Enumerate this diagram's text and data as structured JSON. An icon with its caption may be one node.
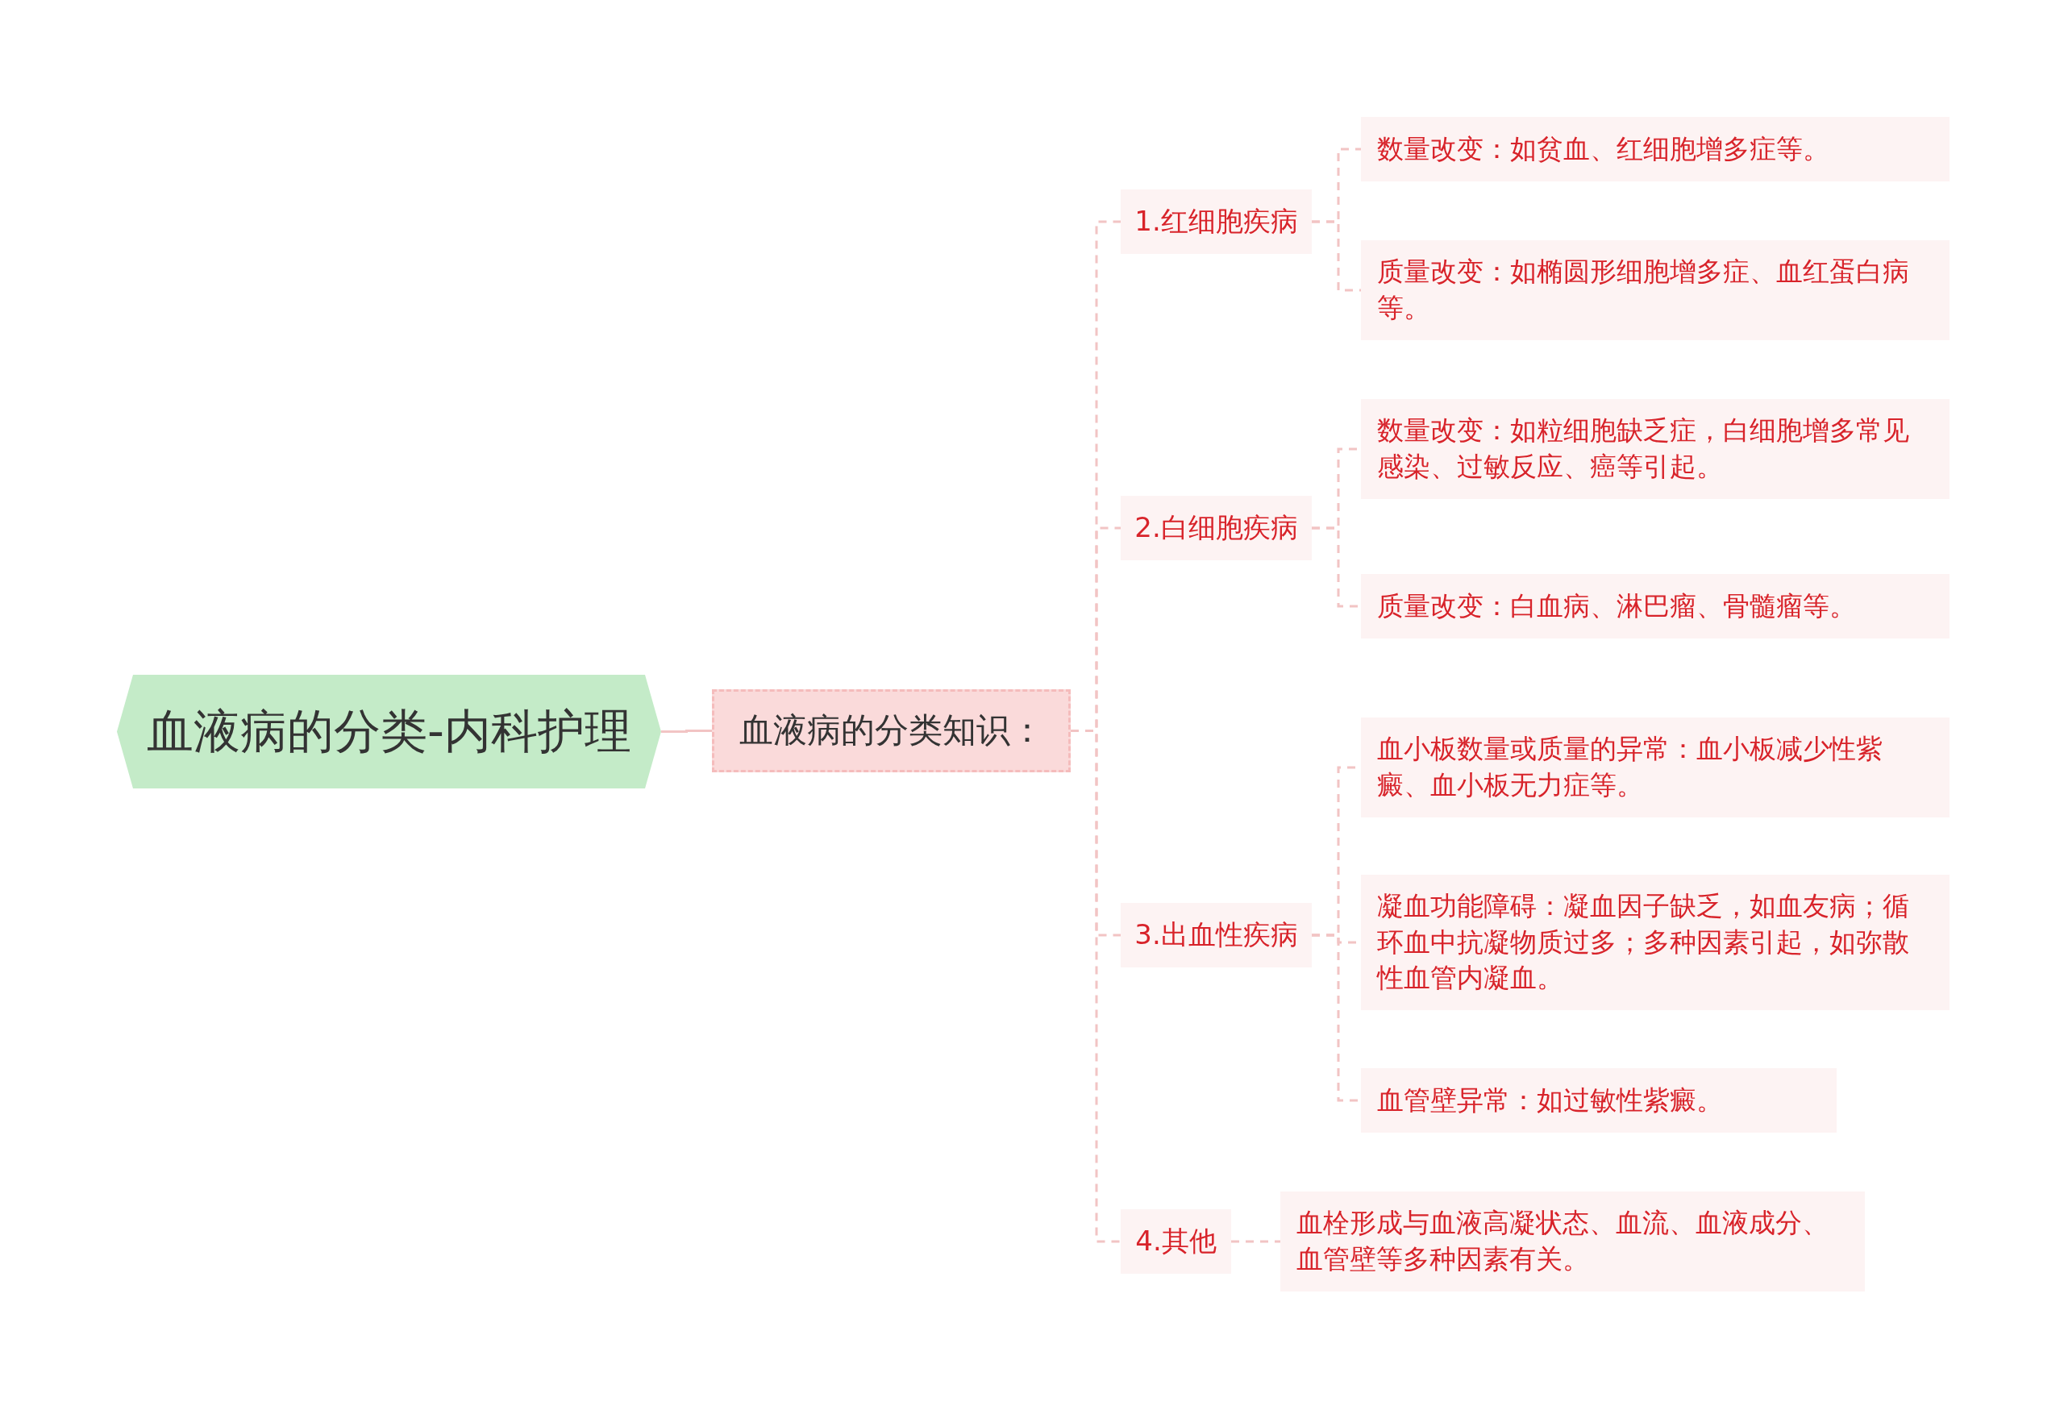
{
  "diagram": {
    "nodes": [
      {
        "text": [
          "血液病的分类-内科护理"
        ]
      },
      {
        "text": [
          "血液病的分类知识："
        ]
      },
      {
        "text": [
          "1.红细胞疾病"
        ]
      },
      {
        "text": [
          "数量改变：如贫血、红细胞增多症等。"
        ]
      },
      {
        "text": [
          "质量改变：如椭圆形细胞增多症、血红蛋白病等。"
        ]
      },
      {
        "text": [
          "2.白细胞疾病"
        ]
      },
      {
        "text": [
          "数量改变：如粒细胞缺乏症，白细胞增多常见感染、过敏反应、癌等引起。"
        ]
      },
      {
        "text": [
          "质量改变：白血病、淋巴瘤、骨髓瘤等。"
        ]
      },
      {
        "text": [
          "3.出血性疾病"
        ]
      },
      {
        "text": [
          "血小板数量或质量的异常：血小板减少性紫癜、血小板无力症等。"
        ]
      },
      {
        "text": [
          "凝血功能障碍：凝血因子缺乏，如血友病；循环血中抗凝物质过多；多种因素引起，如弥散性血管内凝血。"
        ]
      },
      {
        "text": [
          "血管壁异常：如过敏性紫癜。"
        ]
      },
      {
        "text": [
          "4.其他"
        ]
      },
      {
        "text": [
          "血栓形成与血液高凝状态、血流、血液成分、血管壁等多种因素有关。"
        ]
      }
    ],
    "edges": [
      {
        "from": 0,
        "to": 1,
        "arrow": "none"
      },
      {
        "from": 1,
        "to": 2,
        "arrow": "none",
        "style": "dashed"
      },
      {
        "from": 1,
        "to": 5,
        "arrow": "none",
        "style": "dashed"
      },
      {
        "from": 1,
        "to": 8,
        "arrow": "none",
        "style": "dashed"
      },
      {
        "from": 1,
        "to": 12,
        "arrow": "none",
        "style": "dashed"
      },
      {
        "from": 2,
        "to": 3,
        "arrow": "none",
        "style": "dashed"
      },
      {
        "from": 2,
        "to": 4,
        "arrow": "none",
        "style": "dashed"
      },
      {
        "from": 5,
        "to": 6,
        "arrow": "none",
        "style": "dashed"
      },
      {
        "from": 5,
        "to": 7,
        "arrow": "none",
        "style": "dashed"
      },
      {
        "from": 8,
        "to": 9,
        "arrow": "none",
        "style": "dashed"
      },
      {
        "from": 8,
        "to": 10,
        "arrow": "none",
        "style": "dashed"
      },
      {
        "from": 8,
        "to": 11,
        "arrow": "none",
        "style": "dashed"
      },
      {
        "from": 12,
        "to": 13,
        "arrow": "none",
        "style": "dashed"
      }
    ]
  }
}
